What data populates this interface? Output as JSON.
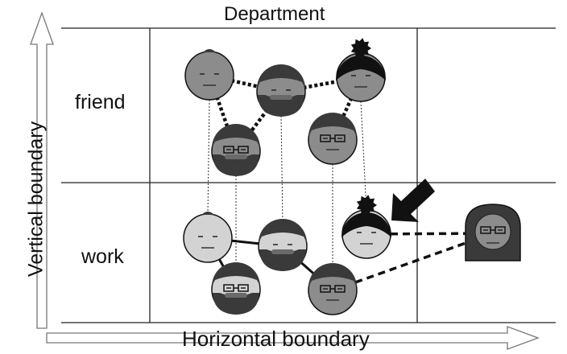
{
  "labels": {
    "top": "Department",
    "row_friend": "friend",
    "row_work": "work",
    "x_axis": "Horizontal boundary",
    "y_axis": "Vertical boundary"
  },
  "layers": [
    {
      "name": "friend",
      "people": [
        {
          "id": "f-topknot",
          "hair": "topknot",
          "glasses": false,
          "beard": false,
          "skin": "gray"
        },
        {
          "id": "f-bearded",
          "hair": "short",
          "glasses": false,
          "beard": true,
          "skin": "gray"
        },
        {
          "id": "f-bun",
          "hair": "bun",
          "glasses": false,
          "beard": false,
          "skin": "gray"
        },
        {
          "id": "f-glasses-beard",
          "hair": "short",
          "glasses": true,
          "beard": true,
          "skin": "gray"
        },
        {
          "id": "f-glasses",
          "hair": "short",
          "glasses": true,
          "beard": false,
          "skin": "gray"
        }
      ],
      "edges": [
        [
          "f-topknot",
          "f-bearded"
        ],
        [
          "f-topknot",
          "f-glasses-beard"
        ],
        [
          "f-bearded",
          "f-bun"
        ],
        [
          "f-bearded",
          "f-glasses-beard"
        ],
        [
          "f-bun",
          "f-glasses"
        ]
      ],
      "edge_style": "dotted-thick"
    },
    {
      "name": "work",
      "people": [
        {
          "id": "w-topknot",
          "hair": "topknot",
          "glasses": false,
          "beard": false,
          "skin": "light"
        },
        {
          "id": "w-bearded",
          "hair": "short",
          "glasses": false,
          "beard": true,
          "skin": "light"
        },
        {
          "id": "w-bun",
          "hair": "bun",
          "glasses": false,
          "beard": false,
          "skin": "light"
        },
        {
          "id": "w-glasses-beard",
          "hair": "short",
          "glasses": true,
          "beard": true,
          "skin": "light"
        },
        {
          "id": "w-glasses",
          "hair": "short",
          "glasses": true,
          "beard": false,
          "skin": "gray"
        },
        {
          "id": "w-outsider",
          "hair": "long",
          "glasses": true,
          "beard": false,
          "skin": "gray"
        }
      ],
      "edges": [
        [
          "w-topknot",
          "w-bearded"
        ],
        [
          "w-topknot",
          "w-glasses-beard"
        ],
        [
          "w-bearded",
          "w-glasses"
        ]
      ],
      "dashed_edges": [
        [
          "w-bun",
          "w-outsider"
        ],
        [
          "w-glasses",
          "w-outsider"
        ]
      ]
    }
  ],
  "interlayer_links": [
    [
      "f-topknot",
      "w-topknot"
    ],
    [
      "f-glasses-beard",
      "w-glasses-beard"
    ],
    [
      "f-bearded",
      "w-bearded"
    ],
    [
      "f-glasses",
      "w-glasses"
    ],
    [
      "f-bun",
      "w-bun"
    ]
  ],
  "highlight": {
    "target": "w-bun",
    "shape": "arrow"
  },
  "colors": {
    "gray_face": "#8c8c8c",
    "light_face": "#d3d3d3",
    "dark": "#3a3a3a",
    "line": "#111111"
  }
}
